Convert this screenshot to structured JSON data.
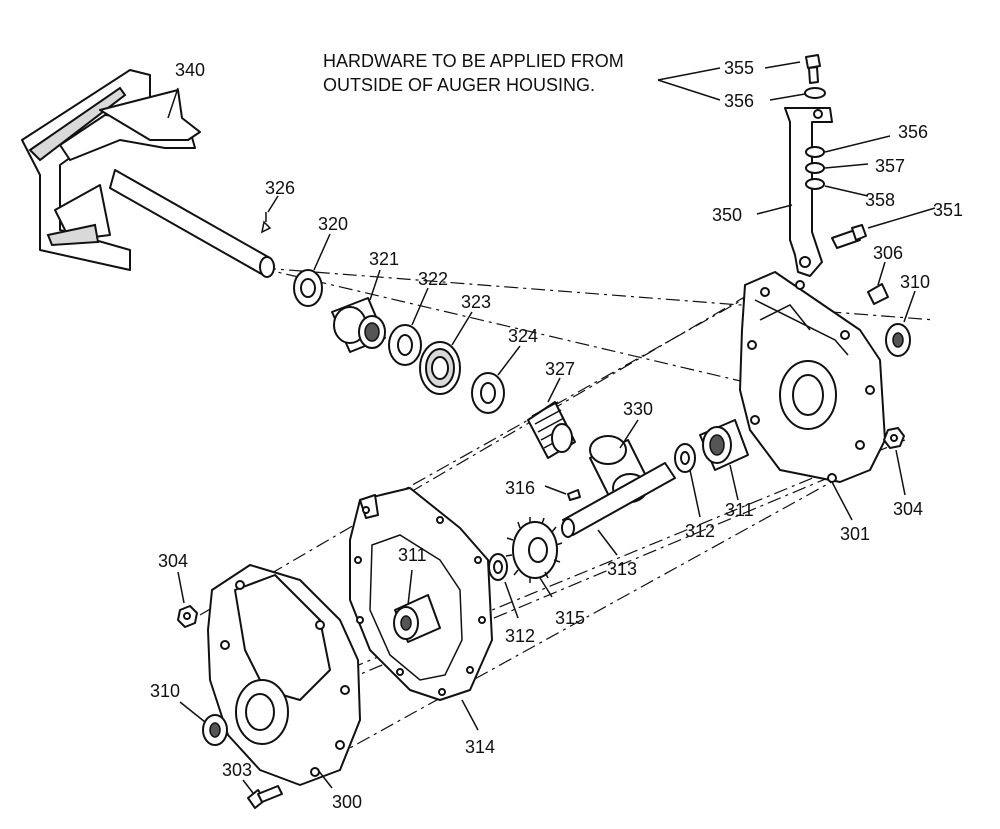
{
  "note": {
    "line1": "HARDWARE TO BE APPLIED FROM",
    "line2": "OUTSIDE OF AUGER HOUSING."
  },
  "callouts": [
    "340",
    "326",
    "320",
    "321",
    "322",
    "323",
    "324",
    "327",
    "330",
    "316",
    "313",
    "312",
    "311",
    "301",
    "304",
    "306",
    "310",
    "350",
    "351",
    "355",
    "356",
    "356",
    "357",
    "358",
    "315",
    "314",
    "311",
    "312",
    "304",
    "310",
    "303",
    "300"
  ]
}
